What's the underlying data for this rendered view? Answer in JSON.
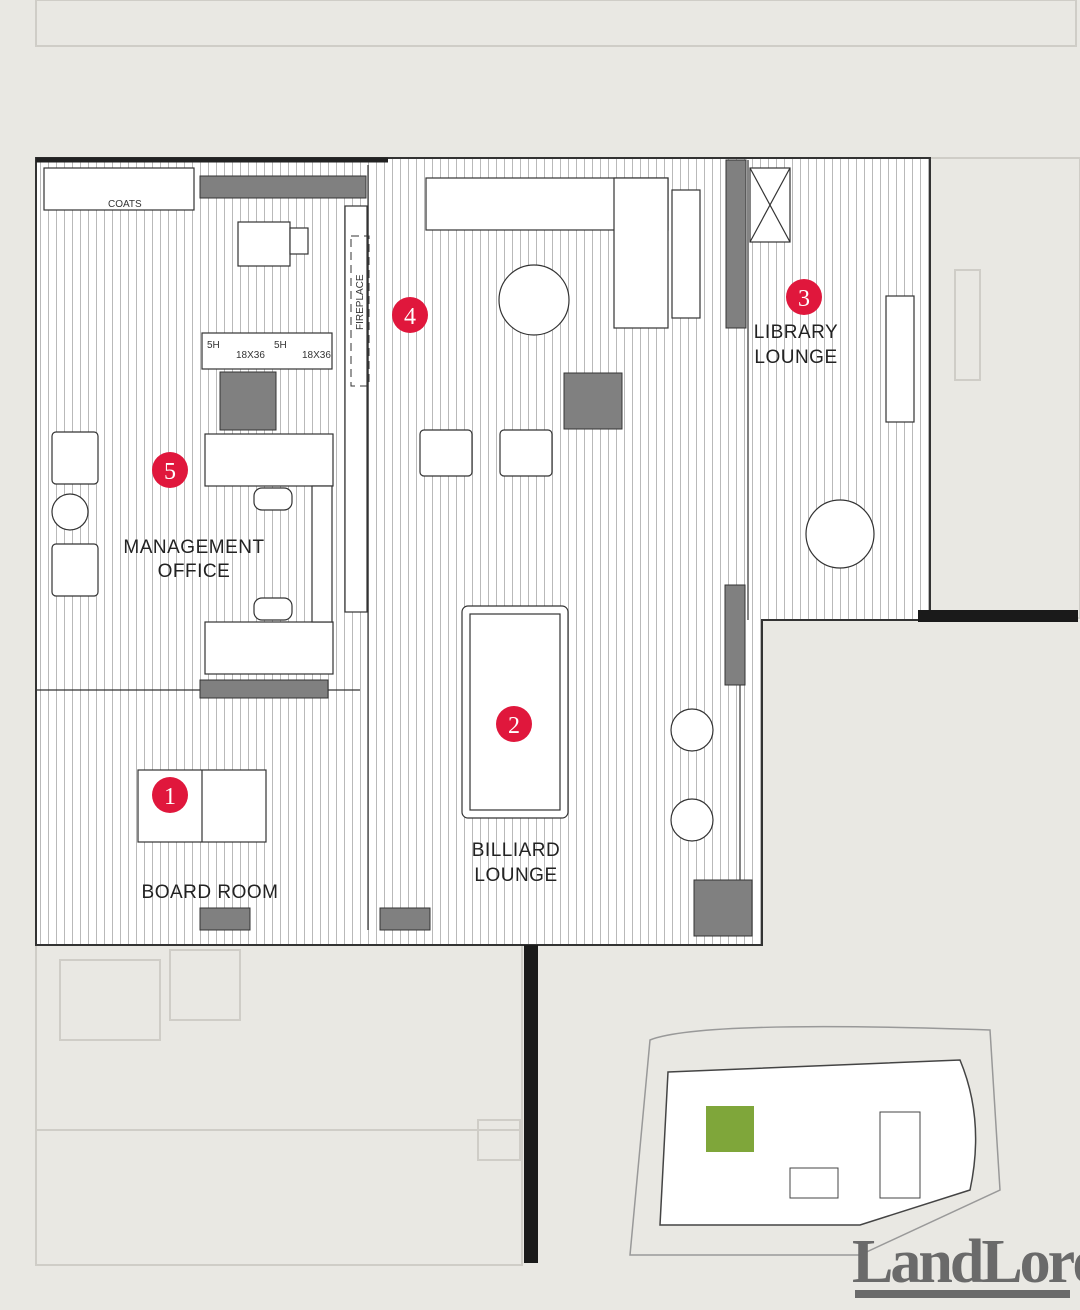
{
  "colors": {
    "background": "#e9e8e3",
    "marker": "#e0173c",
    "highlight": "#7fa63a",
    "furniture": "#808080",
    "logo": "#6a6a6a"
  },
  "rooms": [
    {
      "id": "board-room",
      "label": "BOARD ROOM"
    },
    {
      "id": "billiard-lounge",
      "label_lines": [
        "BILLIARD",
        "LOUNGE"
      ]
    },
    {
      "id": "library-lounge",
      "label_lines": [
        "LIBRARY",
        "LOUNGE"
      ]
    },
    {
      "id": "management-office",
      "label_lines": [
        "MANAGEMENT",
        "OFFICE"
      ]
    }
  ],
  "markers": [
    "1",
    "2",
    "3",
    "4",
    "5"
  ],
  "annotations": {
    "coats": "COATS",
    "fireplace": "FIREPLACE",
    "cab_a": "5H",
    "cab_b": "18X36"
  },
  "logo": {
    "text": "LandLord"
  }
}
